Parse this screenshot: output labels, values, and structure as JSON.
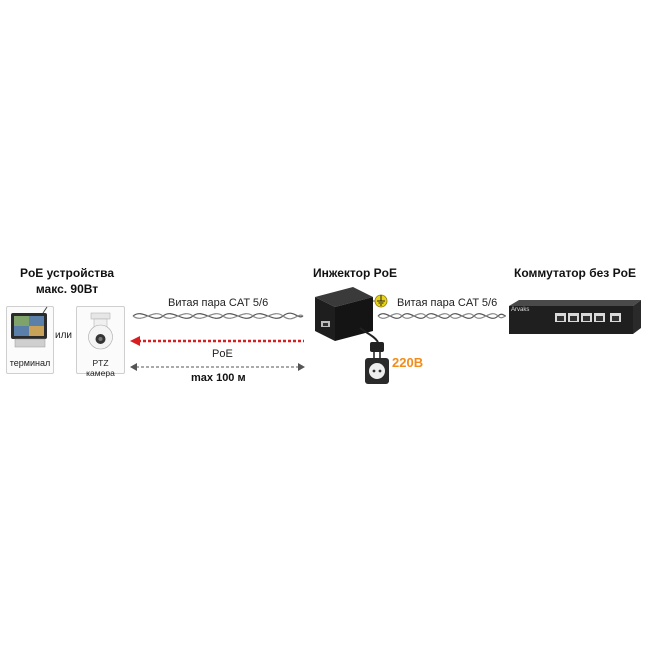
{
  "titles": {
    "left_line1": "PoE устройства",
    "left_line2": "макс. 90Вт",
    "injector": "Инжектор PoE",
    "switch": "Коммутатор без PoE"
  },
  "devices": {
    "terminal_label": "терминал",
    "or_label": "или",
    "camera_label": "PTZ камера",
    "switch_brand": "Arvaks"
  },
  "cables": {
    "left_label": "Витая пара CAT 5/6",
    "right_label": "Витая пара CAT 5/6",
    "poe_label": "PoE",
    "distance_label": "max 100 м"
  },
  "power": {
    "voltage": "220В"
  },
  "colors": {
    "poe_arrow": "#d81e1e",
    "voltage": "#f28c1a",
    "ground": "#e9d21a"
  }
}
